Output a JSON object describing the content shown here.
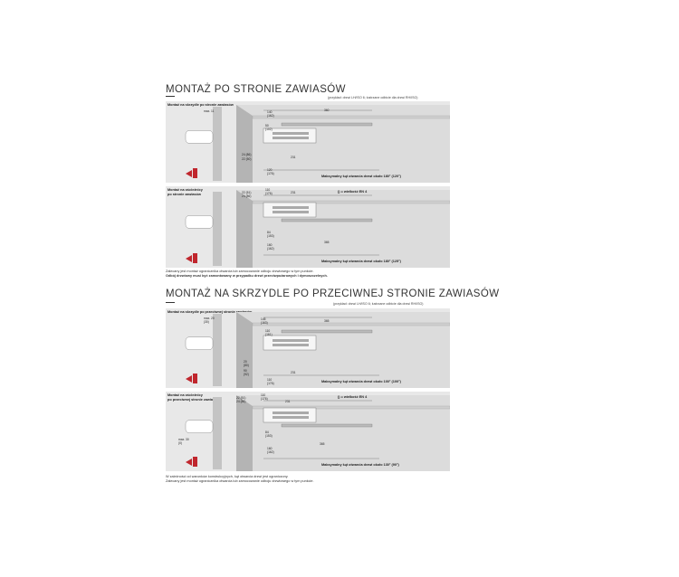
{
  "section1": {
    "title": "MONTAŻ PO STRONIE ZAWIASÓW",
    "note": "(przykład: drzwi LH/ISO 6; lustrzane odbicie dla drzwi RH/ISO)",
    "panels": [
      {
        "label_lines": [
          "Montaż na skrzydle po stronie zawiasów"
        ],
        "caption": "Maksymalny kąt otwarcia drzwi około 180° (120°)",
        "extra": "",
        "dims": [
          "max. 11",
          "140",
          "(162)",
          "360",
          "50",
          "(102)",
          "24 (86)",
          "22 (50)",
          "231",
          "120",
          "(176)"
        ]
      },
      {
        "label_lines": [
          "Montaż na ościeżnicy",
          "po stronie zawiasów"
        ],
        "caption": "Maksymalny kąt otwarcia drzwi około 180° (125°)",
        "extra": "() = wielkość EN 4",
        "dims": [
          "22 (51)",
          "24 (86)",
          "110",
          "(176)",
          "231",
          "84",
          "(153)",
          "365",
          "160",
          "(162)"
        ]
      }
    ],
    "footer": [
      {
        "text": "Zalecany jest montaż ogranicznika otwarcia lub zamocowanie odboju drzwiowego w tym punkcie.",
        "bold": false
      },
      {
        "text": "Odbój drzwiowy musi być zamontowany w przypadku drzwi przeciwpożarowych i dymoszczelnych.",
        "bold": true
      }
    ]
  },
  "section2": {
    "title": "MONTAŻ NA SKRZYDLE PO PRZECIWNEJ STRONIE ZAWIASÓW",
    "note": "(przykład: drzwi LH/ISO 6; lustrzane odbicie dla drzwi RH/ISO)",
    "panels": [
      {
        "label_lines": [
          "Montaż na skrzydle po przeciwnej stronie zawiasów"
        ],
        "caption": "Maksymalny kąt otwarcia drzwi około 100° (100°)",
        "extra": "",
        "dims": [
          "max. 20",
          "(30)",
          "145",
          "(163)",
          "365",
          "110",
          "(161)",
          "20",
          "(80)",
          "90",
          "(92)",
          "231",
          "110",
          "(176)"
        ]
      },
      {
        "label_lines": [
          "Montaż na ościeżnicy",
          "po przeciwnej stronie zawiasów"
        ],
        "caption": "Maksymalny kąt otwarcia drzwi około 130° (90°)",
        "extra": "() = wielkość EN 4",
        "dims": [
          "22 (51)",
          "24 (86)",
          "110",
          "(176)",
          "231",
          "84",
          "(153)",
          "365",
          "160",
          "(162)",
          "max. 30",
          "(0)"
        ]
      }
    ],
    "footer": [
      {
        "text": "W zależności od warunków konstrukcyjnych, kąt otwarcia drzwi jest ograniczony.",
        "bold": false
      },
      {
        "text": "Zalecany jest montaż ogranicznika otwarcia lub zamocowanie odboju drzwiowego w tym punkcie.",
        "bold": false
      }
    ]
  },
  "colors": {
    "accent": "#c0262d",
    "panel": "#e8e8e8",
    "frame": "#b4b4b4",
    "line": "#555555"
  }
}
